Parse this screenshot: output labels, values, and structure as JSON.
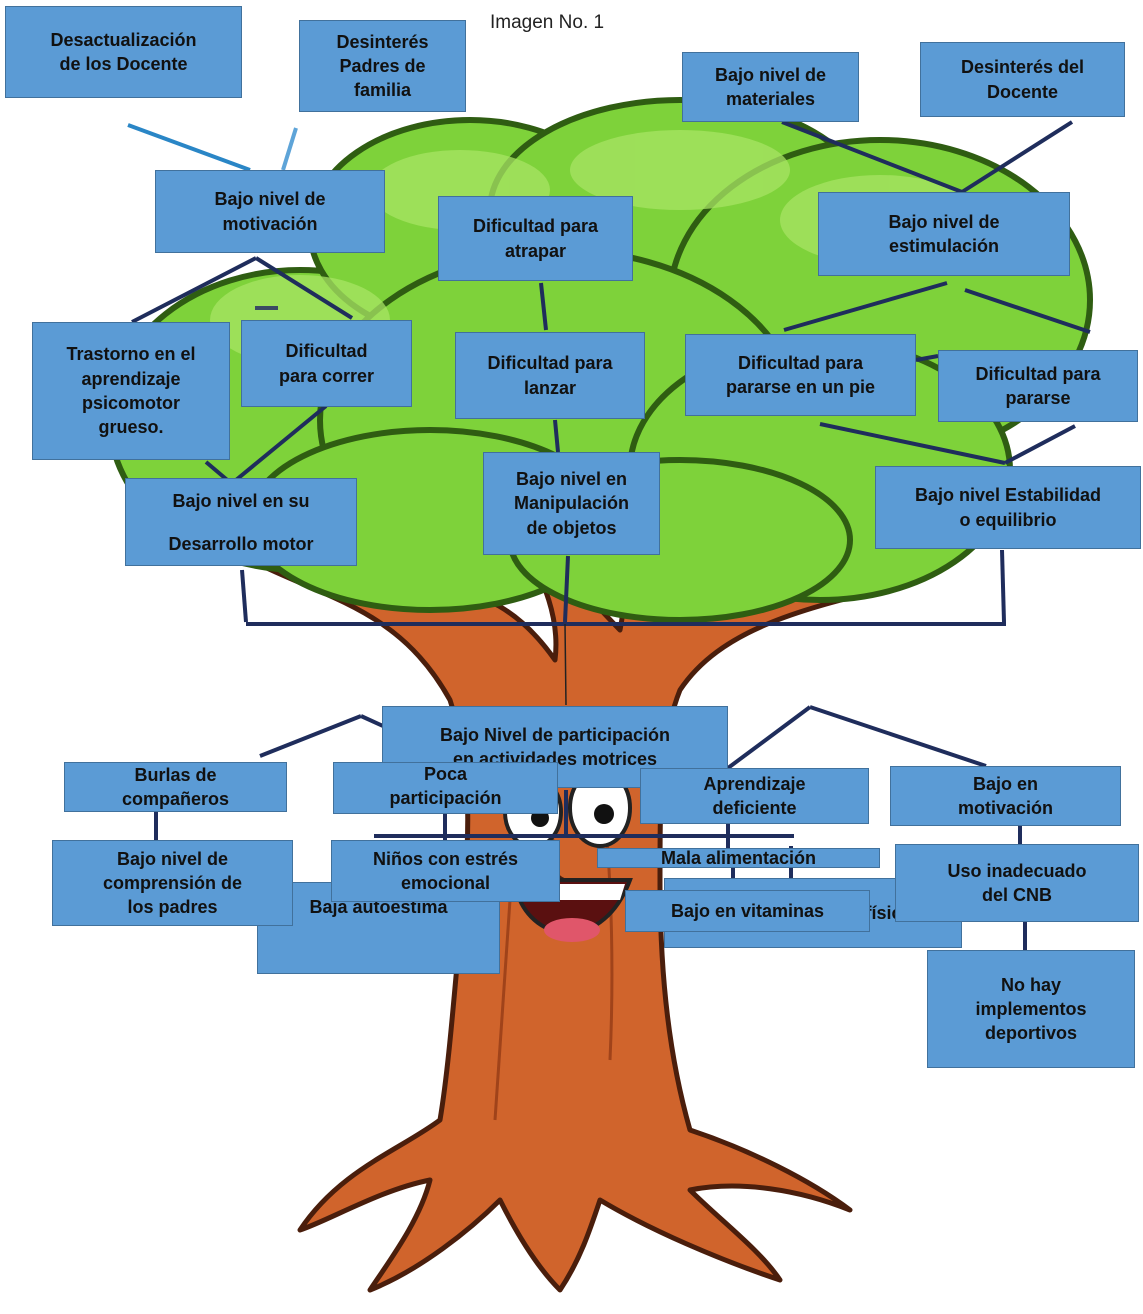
{
  "caption": "Imagen No. 1",
  "colors": {
    "box_fill": "#5b9bd5",
    "box_border": "#41719c",
    "connector": "#1f2d5c",
    "foliage": "#7ed23a",
    "trunk": "#d0642c"
  },
  "boxes": {
    "desactualizacion": "Desactualización\nde los Docente",
    "desinteres_padres": "Desinterés\nPadres de\nfamilia",
    "bajo_materiales": "Bajo nivel de\nmateriales",
    "desinteres_docente": "Desinterés del\nDocente",
    "bajo_motivacion": "Bajo nivel de\nmotivación",
    "dificultad_atrapar": "Dificultad para\natrapar",
    "bajo_estimulacion": "Bajo nivel de\nestimulación",
    "trastorno": "Trastorno en el\naprendizaje\npsicomotor\ngrueso.",
    "dificultad_correr": "Dificultad\npara correr",
    "dificultad_lanzar": "Dificultad para\nlanzar",
    "dificultad_pie": "Dificultad para\npararse en un pie",
    "dificultad_pararse": "Dificultad para\npararse",
    "bajo_desarrollo": "Bajo nivel en su\n\nDesarrollo motor",
    "bajo_manipulacion": "Bajo nivel en\nManipulación\nde objetos",
    "bajo_estabilidad": "Bajo nivel Estabilidad\no equilibrio",
    "bajo_participacion": "Bajo Nivel de participación\nen actividades motrices",
    "baja_autoestima": "Baja autoestima",
    "bajo_rendimiento": "Bajo rendimiento físico",
    "burlas": "Burlas de\ncompañeros",
    "poca_participacion": "Poca\nparticipación",
    "aprendizaje_deficiente": "Aprendizaje\ndeficiente",
    "bajo_en_motivacion": "Bajo en\nmotivación",
    "bajo_comprension": "Bajo nivel de\ncomprensión de\nlos padres",
    "ninos_estres": "Niños con estrés\nemocional",
    "mala_alimentacion": "Mala alimentación",
    "uso_inadecuado": "Uso inadecuado\ndel CNB",
    "bajo_vitaminas": "Bajo en vitaminas",
    "no_implementos": "No hay\nimplementos\ndeportivos"
  }
}
